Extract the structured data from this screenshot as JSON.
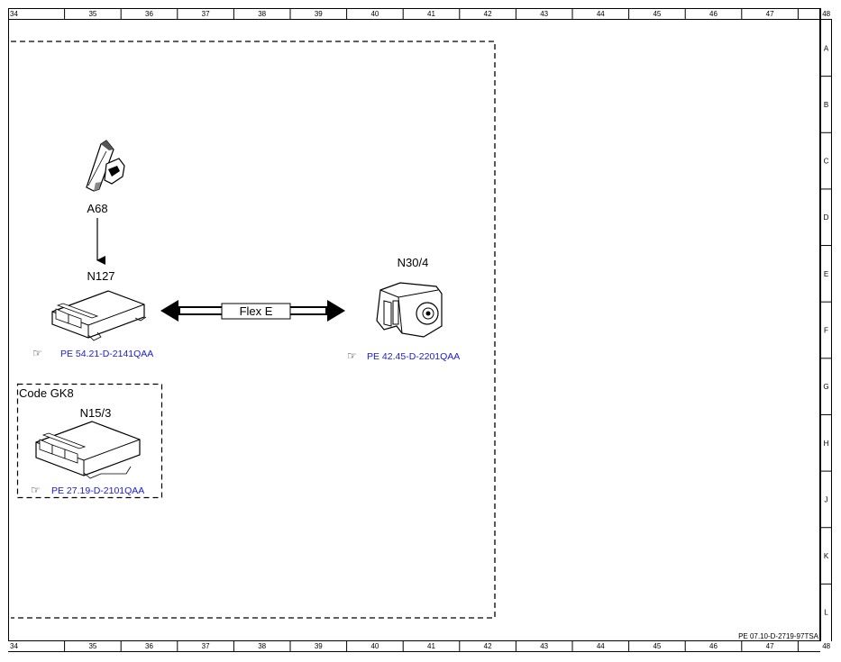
{
  "ruler": {
    "columns": [
      "34",
      "35",
      "36",
      "37",
      "38",
      "39",
      "40",
      "41",
      "42",
      "43",
      "44",
      "45",
      "46",
      "47",
      "48"
    ],
    "rows": [
      "A",
      "B",
      "C",
      "D",
      "E",
      "F",
      "G",
      "H",
      "J",
      "K",
      "L"
    ]
  },
  "components": {
    "a68": {
      "label": "A68"
    },
    "n127": {
      "label": "N127",
      "ref": "PE 54.21-D-2141QAA"
    },
    "n30_4": {
      "label": "N30/4",
      "ref": "PE 42.45-D-2201QAA"
    },
    "n15_3": {
      "label": "N15/3",
      "ref": "PE 27.19-D-2101QAA"
    }
  },
  "bus": {
    "label": "Flex E"
  },
  "code_box": {
    "label": "Code GK8"
  },
  "document_id": "PE 07.10-D-2719-97TSA",
  "icons": [
    "pointing-hand-icon"
  ]
}
